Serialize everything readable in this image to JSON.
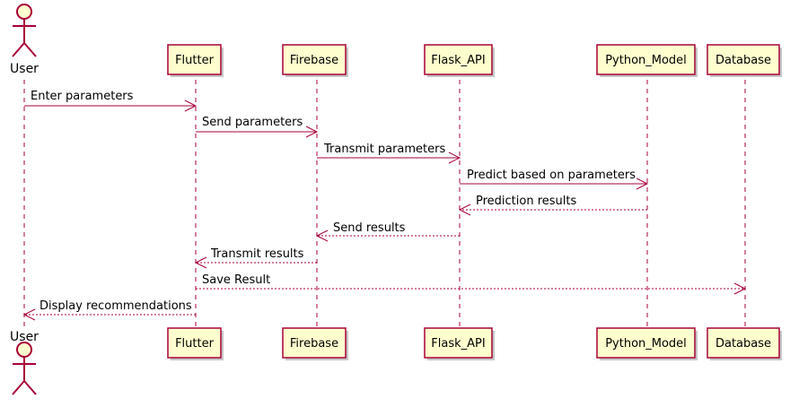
{
  "participants": {
    "user": {
      "label": "User",
      "kind": "actor"
    },
    "flutter": {
      "label": "Flutter"
    },
    "firebase": {
      "label": "Firebase"
    },
    "flask_api": {
      "label": "Flask_API"
    },
    "python_model": {
      "label": "Python_Model"
    },
    "database": {
      "label": "Database"
    }
  },
  "messages": [
    {
      "from": "user",
      "to": "flutter",
      "label": "Enter parameters",
      "style": "solid"
    },
    {
      "from": "flutter",
      "to": "firebase",
      "label": "Send parameters",
      "style": "solid"
    },
    {
      "from": "firebase",
      "to": "flask_api",
      "label": "Transmit parameters",
      "style": "solid"
    },
    {
      "from": "flask_api",
      "to": "python_model",
      "label": "Predict based on parameters",
      "style": "solid"
    },
    {
      "from": "python_model",
      "to": "flask_api",
      "label": "Prediction results",
      "style": "dashed"
    },
    {
      "from": "flask_api",
      "to": "firebase",
      "label": "Send results",
      "style": "dashed"
    },
    {
      "from": "firebase",
      "to": "flutter",
      "label": "Transmit results",
      "style": "dashed"
    },
    {
      "from": "flutter",
      "to": "database",
      "label": "Save Result",
      "style": "dashed"
    },
    {
      "from": "flutter",
      "to": "user",
      "label": "Display recommendations",
      "style": "dashed"
    }
  ],
  "colors": {
    "border": "#A80036",
    "participant_fill": "#FEFECE",
    "shadow": "#C6C6C6"
  }
}
